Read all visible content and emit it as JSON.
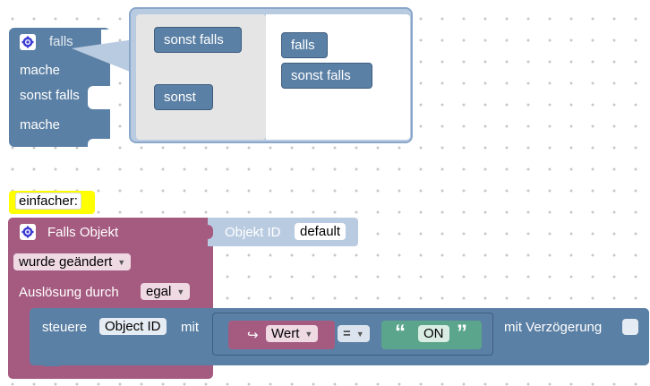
{
  "if_block": {
    "header": "falls",
    "rows": [
      "mache",
      "sonst falls",
      "mache"
    ]
  },
  "mutator": {
    "left_items": [
      "sonst falls",
      "sonst"
    ],
    "right_items": [
      "falls",
      "sonst falls"
    ]
  },
  "comment": "einfacher:",
  "on_block": {
    "title": "Falls Objekt",
    "object_label": "Objekt ID",
    "object_value": "default",
    "trigger_value": "wurde geändert",
    "trigger_by_label": "Auslösung durch",
    "trigger_by_value": "egal"
  },
  "control_block": {
    "label": "steuere",
    "object_field": "Object ID",
    "with_label": "mit",
    "compare_left_icon": "↪",
    "compare_left": "Wert",
    "operator": "=",
    "string_open": "“",
    "string_value": "ON",
    "string_close": "”",
    "delay_label": "mit Verzögerung"
  },
  "colors": {
    "logic_blue": "#5b80a5",
    "event_maroon": "#a55b80",
    "text_green": "#5ba58c",
    "comment_yellow": "#ffff00"
  },
  "icons": [
    "gear-icon",
    "dropdown-caret-icon",
    "return-arrow-icon"
  ]
}
